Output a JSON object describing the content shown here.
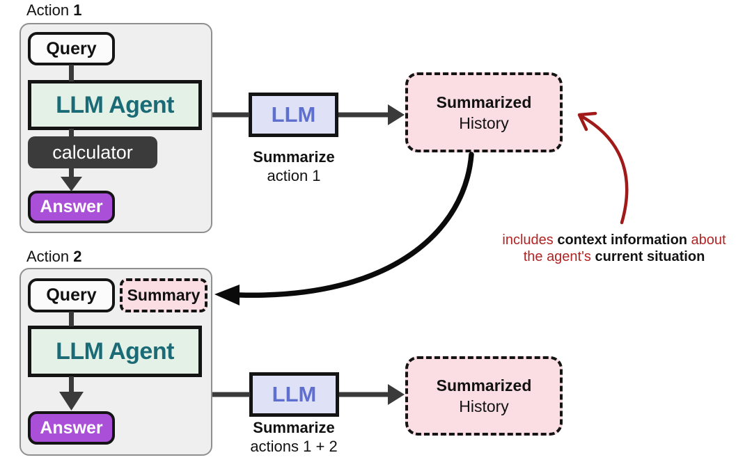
{
  "colors": {
    "panel_fill": "#efefef",
    "panel_border": "#8f8f8f",
    "box_border": "#141414",
    "query_fill": "#fbfbfb",
    "agent_fill": "#e4f1e6",
    "agent_text": "#1b6b77",
    "tool_fill": "#3b3b3b",
    "answer_fill": "#aa4fd8",
    "llm_fill": "#dfe1f7",
    "llm_text": "#5f6fce",
    "summary_fill": "#fbdee3",
    "arrow_gray": "#3a3a3a",
    "arrow_black": "#0b0b0b",
    "arrow_red": "#a11a1a",
    "annotation_red": "#b02424",
    "annotation_dark": "#141414"
  },
  "action1": {
    "label_word": "Action ",
    "label_number": "1",
    "query_label": "Query",
    "agent_label": "LLM Agent",
    "tool_label": "calculator",
    "answer_label": "Answer"
  },
  "flow1": {
    "llm_label": "LLM",
    "caption_bold": "Summarize",
    "caption_rest": "action 1",
    "history_bold": "Summarized",
    "history_rest": "History"
  },
  "action2": {
    "label_word": "Action ",
    "label_number": "2",
    "query_label": "Query",
    "summary_label": "Summary",
    "agent_label": "LLM Agent",
    "answer_label": "Answer"
  },
  "flow2": {
    "llm_label": "LLM",
    "caption_bold": "Summarize",
    "caption_rest": "actions 1 + 2",
    "history_bold": "Summarized",
    "history_rest": "History"
  },
  "annotation": {
    "l1_red1": "includes ",
    "l1_bold": "context information",
    "l1_red2": " about",
    "l2_red": "the agent's ",
    "l2_bold": "current situation"
  }
}
